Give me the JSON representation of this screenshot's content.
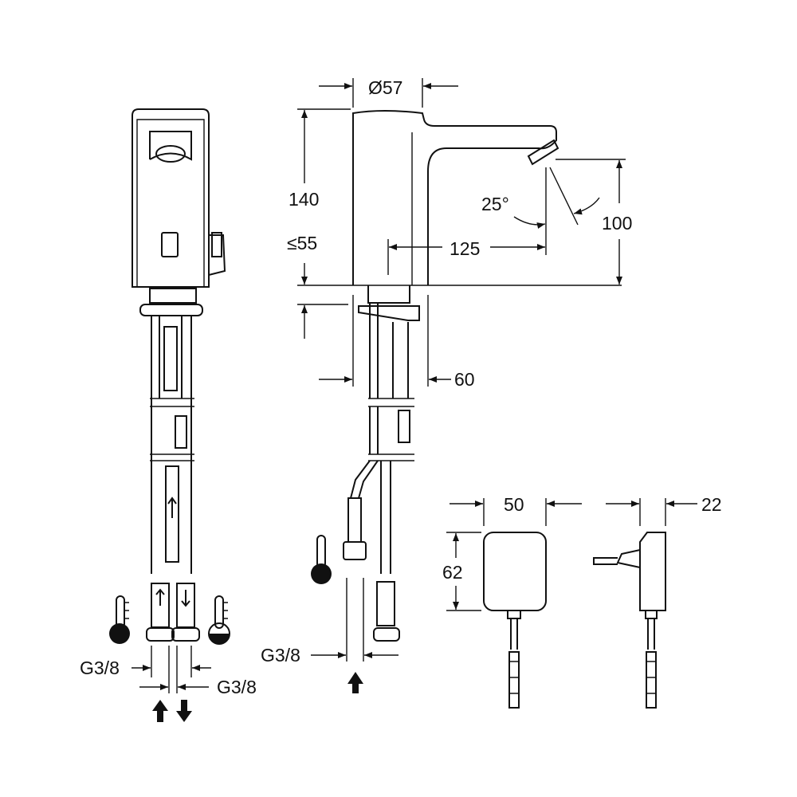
{
  "dimensions": {
    "diameter": "Ø57",
    "height_total": "140",
    "deck_thickness": "≤55",
    "spout_reach": "125",
    "spray_angle": "25°",
    "spout_height": "100",
    "hole_diameter": "60",
    "psu_width": "50",
    "psu_depth": "22",
    "psu_height": "62",
    "thread_left": "G3/8",
    "thread_right": "G3/8",
    "thread_side": "G3/8"
  },
  "colors": {
    "line": "#111111",
    "background": "#ffffff"
  }
}
